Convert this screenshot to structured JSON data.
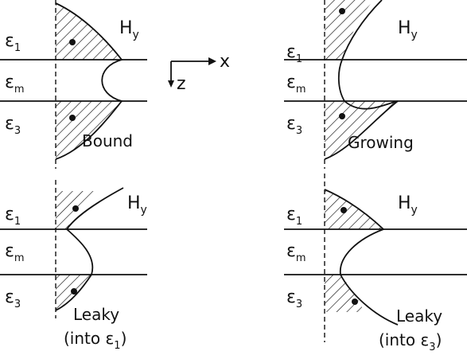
{
  "axes": {
    "x_label": "x",
    "z_label": "z"
  },
  "panels": [
    {
      "id": "bound",
      "layers": [
        {
          "symbol": "ε",
          "sub": "1"
        },
        {
          "symbol": "ε",
          "sub": "m"
        },
        {
          "symbol": "ε",
          "sub": "3"
        }
      ],
      "field": {
        "symbol": "H",
        "sub": "y"
      },
      "caption": [
        "Bound"
      ]
    },
    {
      "id": "growing",
      "layers": [
        {
          "symbol": "ε",
          "sub": "1"
        },
        {
          "symbol": "ε",
          "sub": "m"
        },
        {
          "symbol": "ε",
          "sub": "3"
        }
      ],
      "field": {
        "symbol": "H",
        "sub": "y"
      },
      "caption": [
        "Growing"
      ]
    },
    {
      "id": "leaky-1",
      "layers": [
        {
          "symbol": "ε",
          "sub": "1"
        },
        {
          "symbol": "ε",
          "sub": "m"
        },
        {
          "symbol": "ε",
          "sub": "3"
        }
      ],
      "field": {
        "symbol": "H",
        "sub": "y"
      },
      "caption": [
        "Leaky",
        "(into ε",
        "1",
        ")"
      ]
    },
    {
      "id": "leaky-3",
      "layers": [
        {
          "symbol": "ε",
          "sub": "1"
        },
        {
          "symbol": "ε",
          "sub": "m"
        },
        {
          "symbol": "ε",
          "sub": "3"
        }
      ],
      "field": {
        "symbol": "H",
        "sub": "y"
      },
      "caption": [
        "Leaky",
        "(into ε",
        "3",
        ")"
      ]
    }
  ]
}
